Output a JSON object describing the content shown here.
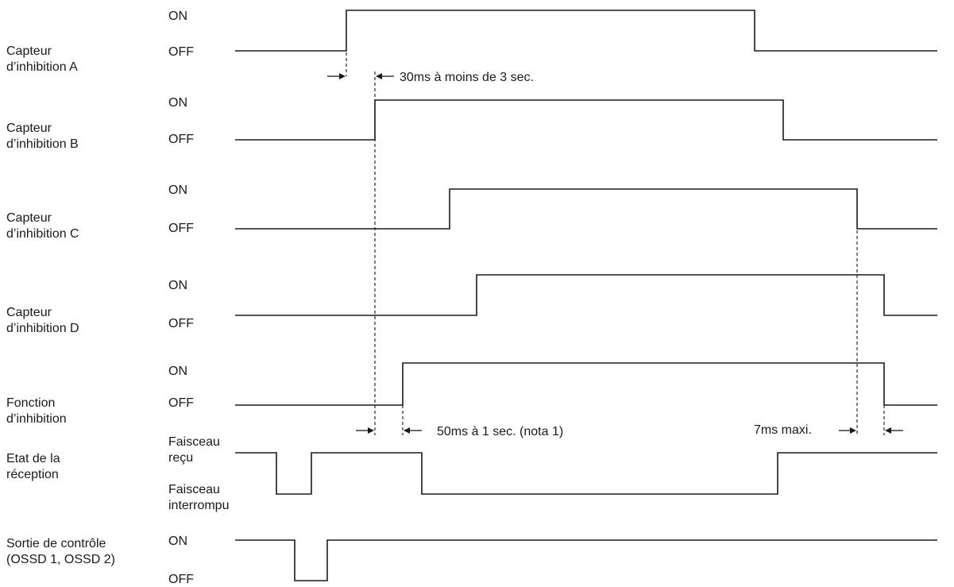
{
  "signals": [
    {
      "label_lines": [
        "Capteur",
        "d’inhibition A"
      ],
      "state_high": [
        "ON"
      ],
      "state_low": [
        "OFF"
      ],
      "start": "low",
      "transitions": [
        436,
        950
      ]
    },
    {
      "label_lines": [
        "Capteur",
        "d’inhibition B"
      ],
      "state_high": [
        "ON"
      ],
      "state_low": [
        "OFF"
      ],
      "start": "low",
      "transitions": [
        472,
        986
      ]
    },
    {
      "label_lines": [
        "Capteur",
        "d’inhibition C"
      ],
      "state_high": [
        "ON"
      ],
      "state_low": [
        "OFF"
      ],
      "start": "low",
      "transitions": [
        566,
        1079
      ]
    },
    {
      "label_lines": [
        "Capteur",
        "d’inhibition D"
      ],
      "state_high": [
        "ON"
      ],
      "state_low": [
        "OFF"
      ],
      "start": "low",
      "transitions": [
        600,
        1113
      ]
    },
    {
      "label_lines": [
        "Fonction",
        "d’inhibition"
      ],
      "state_high": [
        "ON"
      ],
      "state_low": [
        "OFF"
      ],
      "start": "low",
      "transitions": [
        507,
        1113
      ]
    },
    {
      "label_lines": [
        "Etat de la",
        "réception"
      ],
      "state_high": [
        "Faisceau",
        "reçu"
      ],
      "state_low": [
        "Faisceau",
        "interrompu"
      ],
      "start": "high",
      "transitions": [
        348,
        392,
        531,
        979
      ]
    },
    {
      "label_lines": [
        "Sortie de contrôle",
        "(OSSD 1, OSSD 2)"
      ],
      "state_high": [
        "ON"
      ],
      "state_low": [
        "OFF"
      ],
      "start": "high",
      "transitions": [
        371,
        412
      ]
    }
  ],
  "annotations": {
    "ab_delay": "30ms à moins de 3 sec.",
    "mute_start_delay": "50ms à 1 sec. (nota 1)",
    "mute_end_delay": "7ms maxi."
  }
}
